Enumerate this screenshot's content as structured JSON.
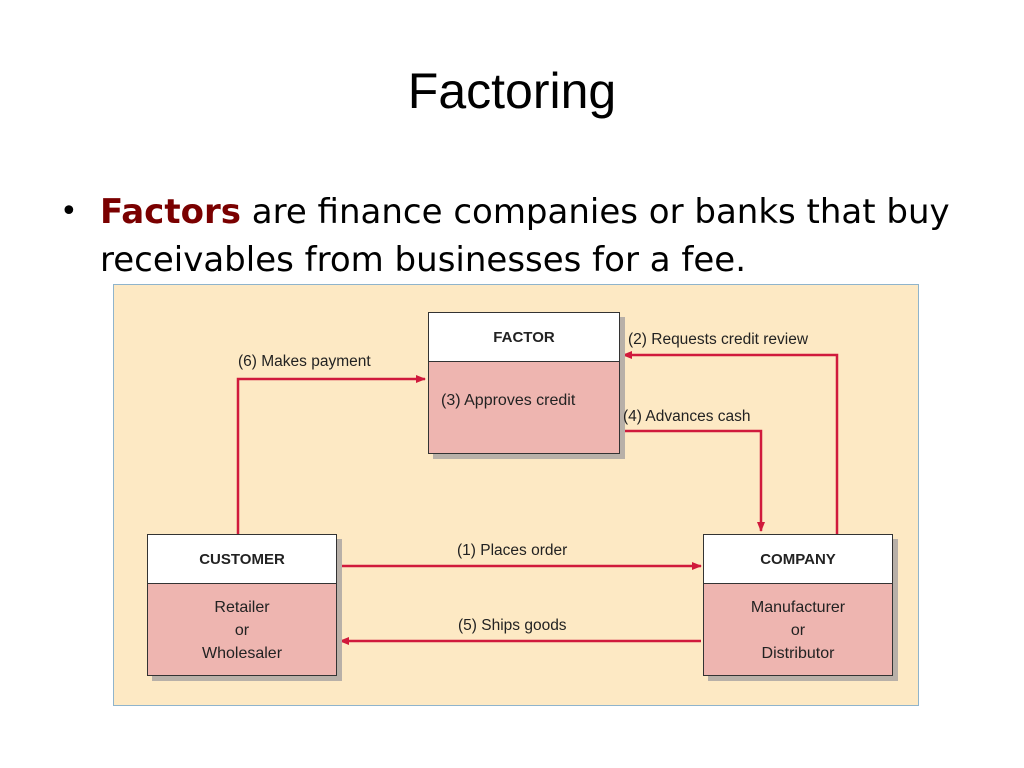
{
  "title": "Factoring",
  "bullet": {
    "term": "Factors",
    "text": " are finance companies or banks that buy receivables from businesses for a fee."
  },
  "diagram": {
    "factor": {
      "header": "FACTOR",
      "body": "(3)  Approves credit"
    },
    "customer": {
      "header": "CUSTOMER",
      "body": [
        "Retailer",
        "or",
        "Wholesaler"
      ]
    },
    "company": {
      "header": "COMPANY",
      "body": [
        "Manufacturer",
        "or",
        "Distributor"
      ]
    },
    "flows": {
      "places_order": "(1) Places order",
      "requests_review": "(2) Requests credit review",
      "advances_cash": "(4) Advances cash",
      "ships_goods": "(5) Ships goods",
      "makes_payment": "(6)  Makes payment"
    },
    "colors": {
      "arrow": "#d01a3c",
      "box_fill": "#eeb5b0",
      "background": "#fde9c4"
    }
  }
}
